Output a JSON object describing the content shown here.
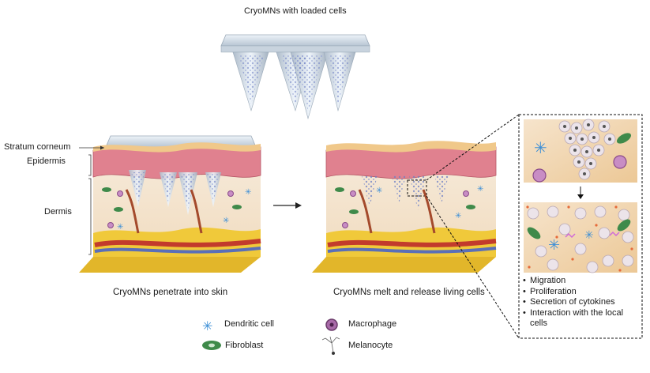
{
  "top_title": "CryoMNs with loaded cells",
  "layer_labels": {
    "stratum_corneum": "Stratum corneum",
    "epidermis": "Epidermis",
    "dermis": "Dermis"
  },
  "captions": {
    "left": "CryoMNs penetrate into skin",
    "right": "CryoMNs melt and release living cells"
  },
  "inset_bullets": [
    "Migration",
    "Proliferation",
    "Secretion of cytokines",
    "Interaction with the local cells"
  ],
  "legend": {
    "dendritic": "Dendritic cell",
    "fibroblast": "Fibroblast",
    "macrophage": "Macrophage",
    "melanocyte": "Melanocyte"
  },
  "colors": {
    "epidermis": "#e0818f",
    "dermis": "#f3e6d6",
    "fat": "#f0c93a",
    "microneedle": "#c9d6e3",
    "cells": "#6d7fc4",
    "fibroblast": "#3f8a4a",
    "dendritic": "#3d8fd6",
    "macrophage": "#8a4a8a"
  }
}
